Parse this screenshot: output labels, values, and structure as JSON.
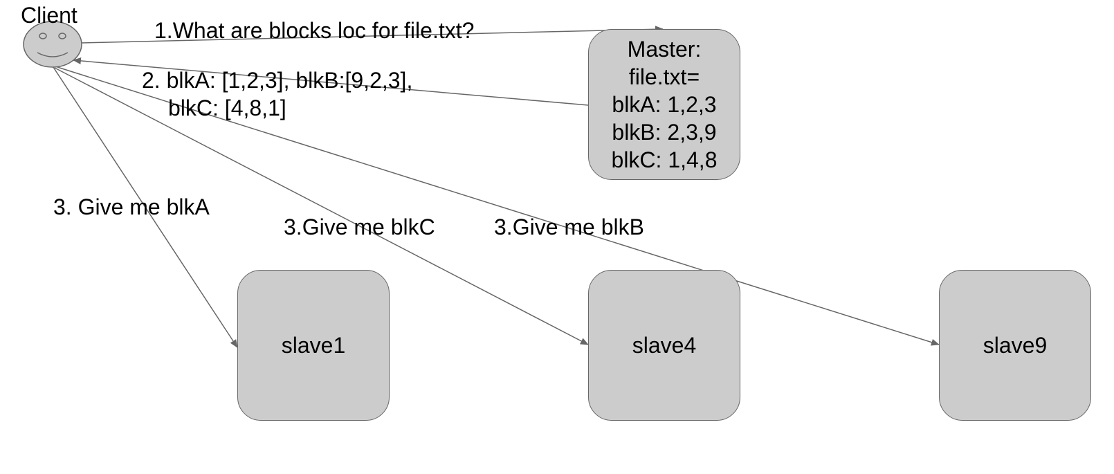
{
  "client": {
    "label": "Client"
  },
  "master": {
    "lines": [
      "Master:",
      "file.txt=",
      "blkA: 1,2,3",
      "blkB: 2,3,9",
      "blkC: 1,4,8"
    ]
  },
  "slaves": [
    "slave1",
    "slave4",
    "slave9"
  ],
  "messages": {
    "step1": "1.What are blocks loc for file.txt?",
    "step2_line1": "2. blkA: [1,2,3], blkB:[9,2,3],",
    "step2_line2": "blkC: [4,8,1]",
    "step3_a": "3. Give me blkA",
    "step3_c": "3.Give me blkC",
    "step3_b": "3.Give me blkB"
  },
  "colors": {
    "box_fill": "#cccccc",
    "stroke": "#666666",
    "text": "#000000"
  }
}
